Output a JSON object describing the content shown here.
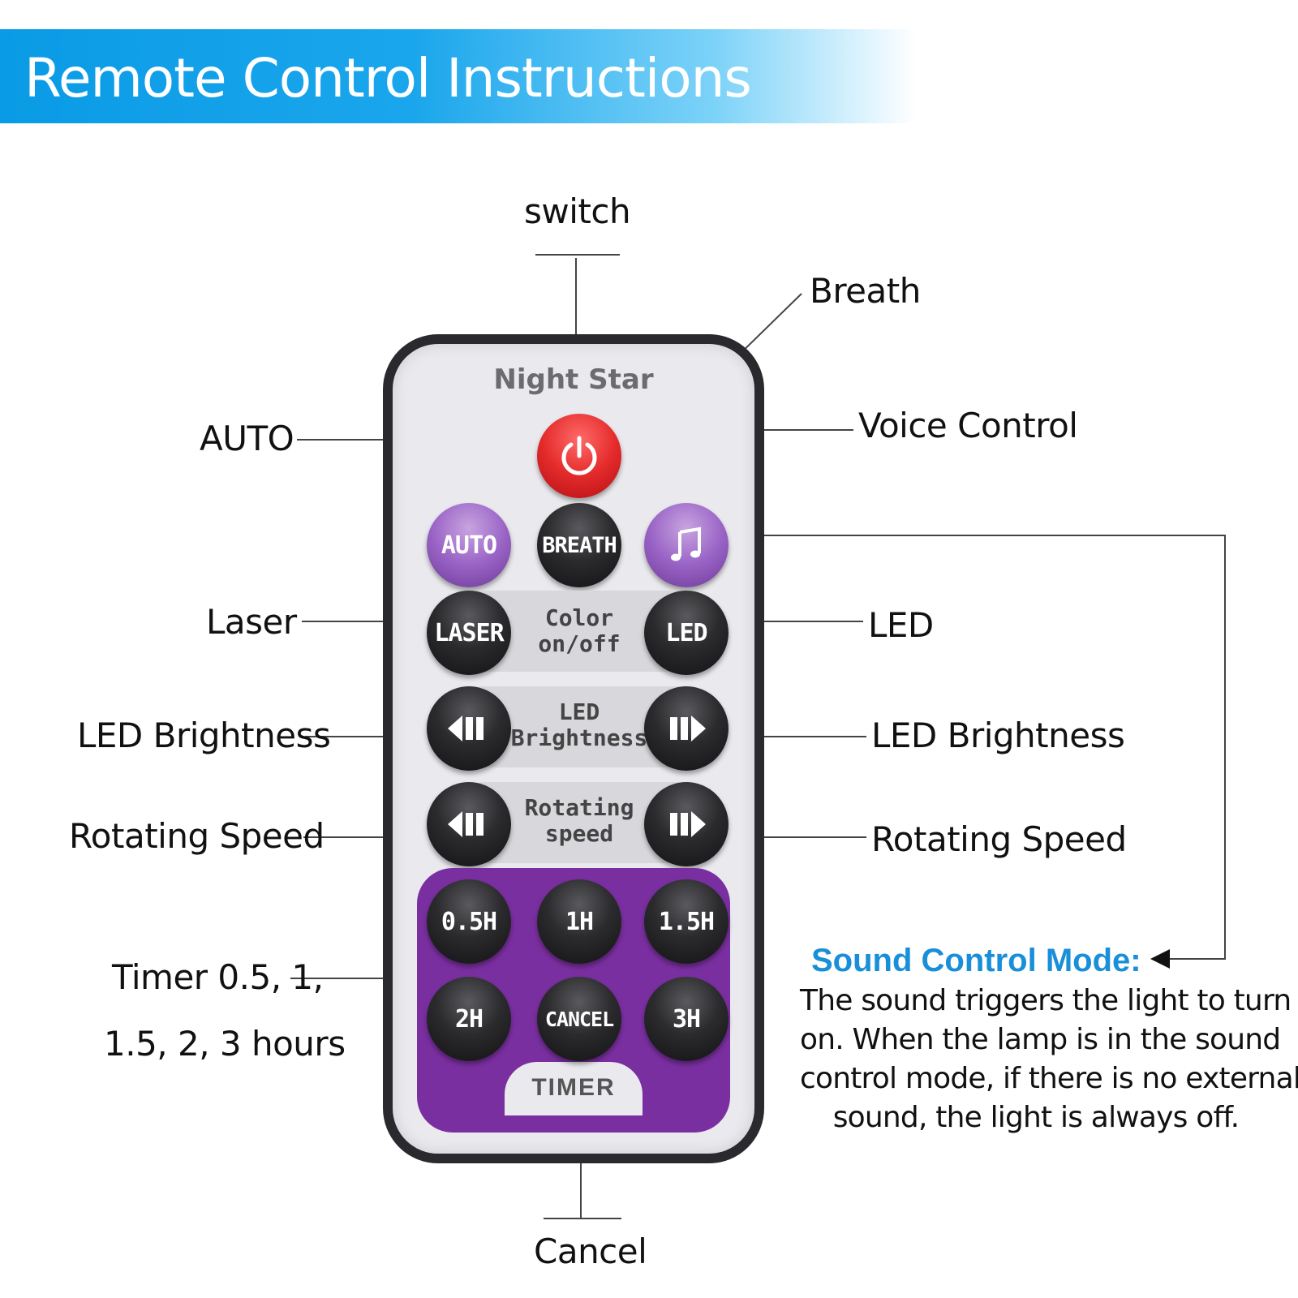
{
  "header": {
    "title": "Remote Control Instructions"
  },
  "remote": {
    "brand": "Night Star",
    "buttons": {
      "auto": "AUTO",
      "breath": "BREATH",
      "laser": "LASER",
      "led": "LED",
      "timer_05": "0.5H",
      "timer_1": "1H",
      "timer_15": "1.5H",
      "timer_2": "2H",
      "cancel": "CANCEL",
      "timer_3": "3H"
    },
    "panels": {
      "color": [
        "Color",
        "on/off"
      ],
      "led_brightness": [
        "LED",
        "Brightness"
      ],
      "rotating_speed": [
        "Rotating",
        "speed"
      ],
      "timer": "TIMER"
    }
  },
  "callouts": {
    "switch": "switch",
    "breath": "Breath",
    "auto": "AUTO",
    "voice_control": "Voice Control",
    "laser": "Laser",
    "led": "LED",
    "led_brightness_left": "LED Brightness",
    "led_brightness_right": "LED Brightness",
    "rotating_speed_left": "Rotating Speed",
    "rotating_speed_right": "Rotating Speed",
    "timer_line1": "Timer 0.5, 1,",
    "timer_line2": "1.5, 2, 3 hours",
    "cancel": "Cancel"
  },
  "sound_mode": {
    "title": "Sound Control Mode:",
    "lines": [
      "The sound triggers the light to turn",
      "on. When the lamp is in the sound",
      "control mode, if there is no external",
      "sound, the light is always off."
    ]
  },
  "colors": {
    "banner": "#0a9be6",
    "info_title": "#1a8fd9",
    "timer_panel": "#7a2fa0",
    "power_button": "#e52b2b",
    "purple_button": "#9a64c6"
  },
  "icons": {
    "power": "power-icon",
    "music": "music-note-icon",
    "brightness_down": "rewind-icon",
    "brightness_up": "fast-forward-icon",
    "speed_down": "rewind-icon",
    "speed_up": "fast-forward-icon"
  }
}
